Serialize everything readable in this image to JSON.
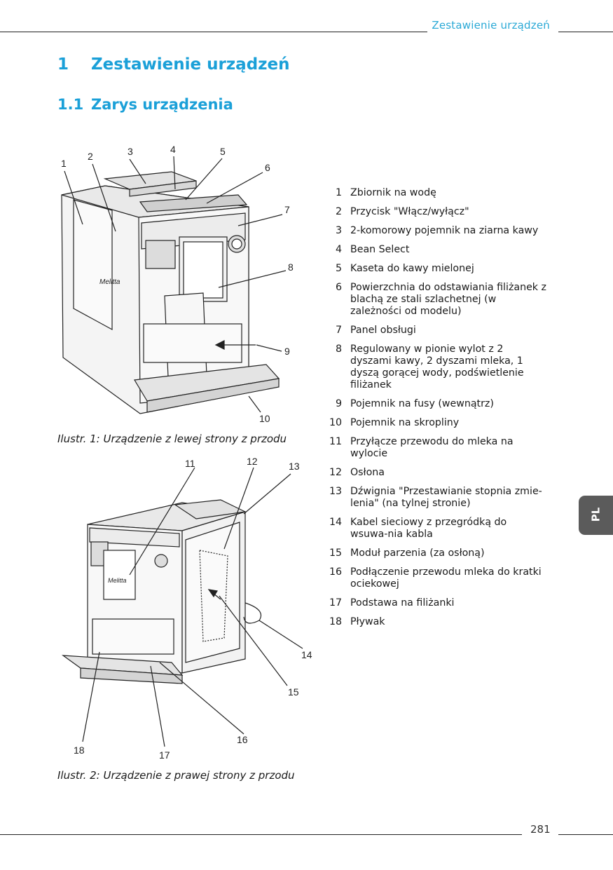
{
  "header": {
    "section_title": "Zestawienie urządzeń"
  },
  "chapter": {
    "number": "1",
    "title": "Zestawienie urządzeń"
  },
  "section": {
    "number": "1.1",
    "title": "Zarys urządzenia"
  },
  "figure1": {
    "caption": "Ilustr. 1:  Urządzenie z lewej strony z przodu",
    "callouts": [
      "1",
      "2",
      "3",
      "4",
      "5",
      "6",
      "7",
      "8",
      "9",
      "10"
    ],
    "brand": "Melitta"
  },
  "figure2": {
    "caption": "Ilustr. 2:  Urządzenie z prawej strony z przodu",
    "callouts": [
      "11",
      "12",
      "13",
      "14",
      "15",
      "16",
      "17",
      "18"
    ],
    "brand": "Melitta"
  },
  "legend": [
    {
      "num": "1",
      "text": "Zbiornik na wodę"
    },
    {
      "num": "2",
      "text": "Przycisk \"Włącz/wyłącz\""
    },
    {
      "num": "3",
      "text": "2-komorowy pojemnik na ziarna kawy"
    },
    {
      "num": "4",
      "text": "Bean Select"
    },
    {
      "num": "5",
      "text": "Kaseta do kawy mielonej"
    },
    {
      "num": "6",
      "text": "Powierzchnia do odstawiania filiżanek z blachą ze stali szlachetnej (w zależności od modelu)"
    },
    {
      "num": "7",
      "text": "Panel obsługi"
    },
    {
      "num": "8",
      "text": "Regulowany w pionie wylot z 2 dyszami kawy, 2 dyszami mleka, 1 dyszą gorącej wody, podświetlenie filiżanek"
    },
    {
      "num": "9",
      "text": "Pojemnik na fusy (wewnątrz)"
    },
    {
      "num": "10",
      "text": "Pojemnik na skropliny"
    },
    {
      "num": "11",
      "text": "Przyłącze przewodu do mleka na wylocie"
    },
    {
      "num": "12",
      "text": "Osłona"
    },
    {
      "num": "13",
      "text": "Dźwignia \"Przestawianie stopnia zmie-lenia\" (na tylnej stronie)"
    },
    {
      "num": "14",
      "text": "Kabel sieciowy z przegródką do wsuwa-nia kabla"
    },
    {
      "num": "15",
      "text": "Moduł parzenia (za osłoną)"
    },
    {
      "num": "16",
      "text": "Podłączenie przewodu mleka do kratki ociekowej"
    },
    {
      "num": "17",
      "text": "Podstawa na filiżanki"
    },
    {
      "num": "18",
      "text": "Pływak"
    }
  ],
  "side_tab": {
    "label": "PL"
  },
  "footer": {
    "page_number": "281"
  }
}
